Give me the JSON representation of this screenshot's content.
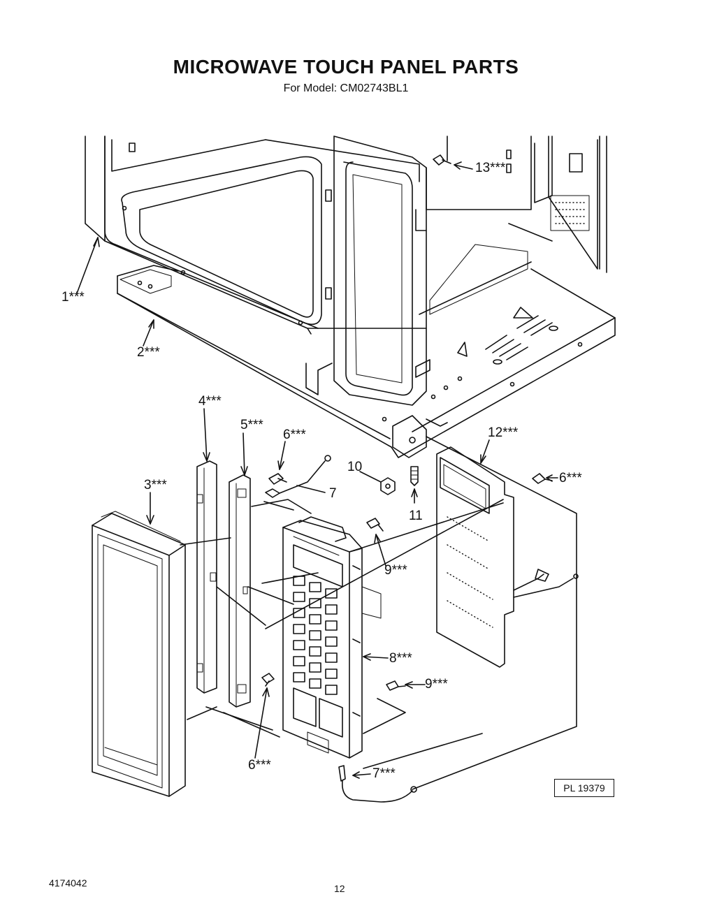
{
  "title": "MICROWAVE TOUCH PANEL PARTS",
  "subtitle": "For Model: CM02743BL1",
  "plate_number": "PL 19379",
  "document_number": "4174042",
  "page_number": "12",
  "callouts": [
    {
      "id": "1",
      "label": "1***"
    },
    {
      "id": "2",
      "label": "2***"
    },
    {
      "id": "3",
      "label": "3***"
    },
    {
      "id": "4",
      "label": "4***"
    },
    {
      "id": "5",
      "label": "5***"
    },
    {
      "id": "6a",
      "label": "6***"
    },
    {
      "id": "6b",
      "label": "6***"
    },
    {
      "id": "6c",
      "label": "6***"
    },
    {
      "id": "7a",
      "label": "7"
    },
    {
      "id": "7b",
      "label": "7***"
    },
    {
      "id": "8",
      "label": "8***"
    },
    {
      "id": "9a",
      "label": "9***"
    },
    {
      "id": "9b",
      "label": "9***"
    },
    {
      "id": "10",
      "label": "10"
    },
    {
      "id": "11",
      "label": "11"
    },
    {
      "id": "12",
      "label": "12***"
    },
    {
      "id": "13",
      "label": "13***"
    }
  ]
}
